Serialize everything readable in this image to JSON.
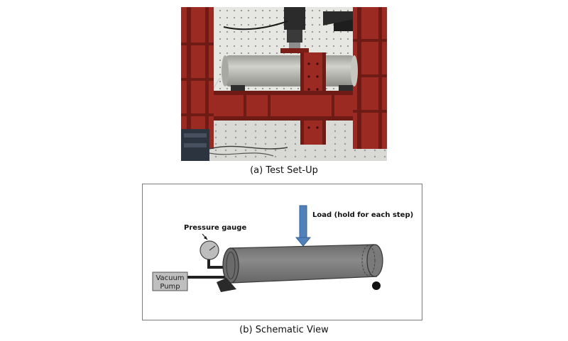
{
  "figure": {
    "caption_a": "(a) Test Set-Up",
    "caption_b": "(b) Schematic View"
  },
  "schematic": {
    "load_label": "Load (hold for each step)",
    "gauge_label": "Pressure gauge",
    "pump_label_line1": "Vacuum",
    "pump_label_line2": "Pump"
  },
  "colors": {
    "frame_red": "#9a2a22",
    "frame_red_dark": "#6e1a15",
    "pipe_gray": "#b9b9b4",
    "floor_gray": "#d9d9d6",
    "wall_gray": "#e6e6e3",
    "cylinder_fill": "#808080",
    "arrow_blue": "#4f81bd",
    "pump_fill": "#bfbfbf"
  }
}
